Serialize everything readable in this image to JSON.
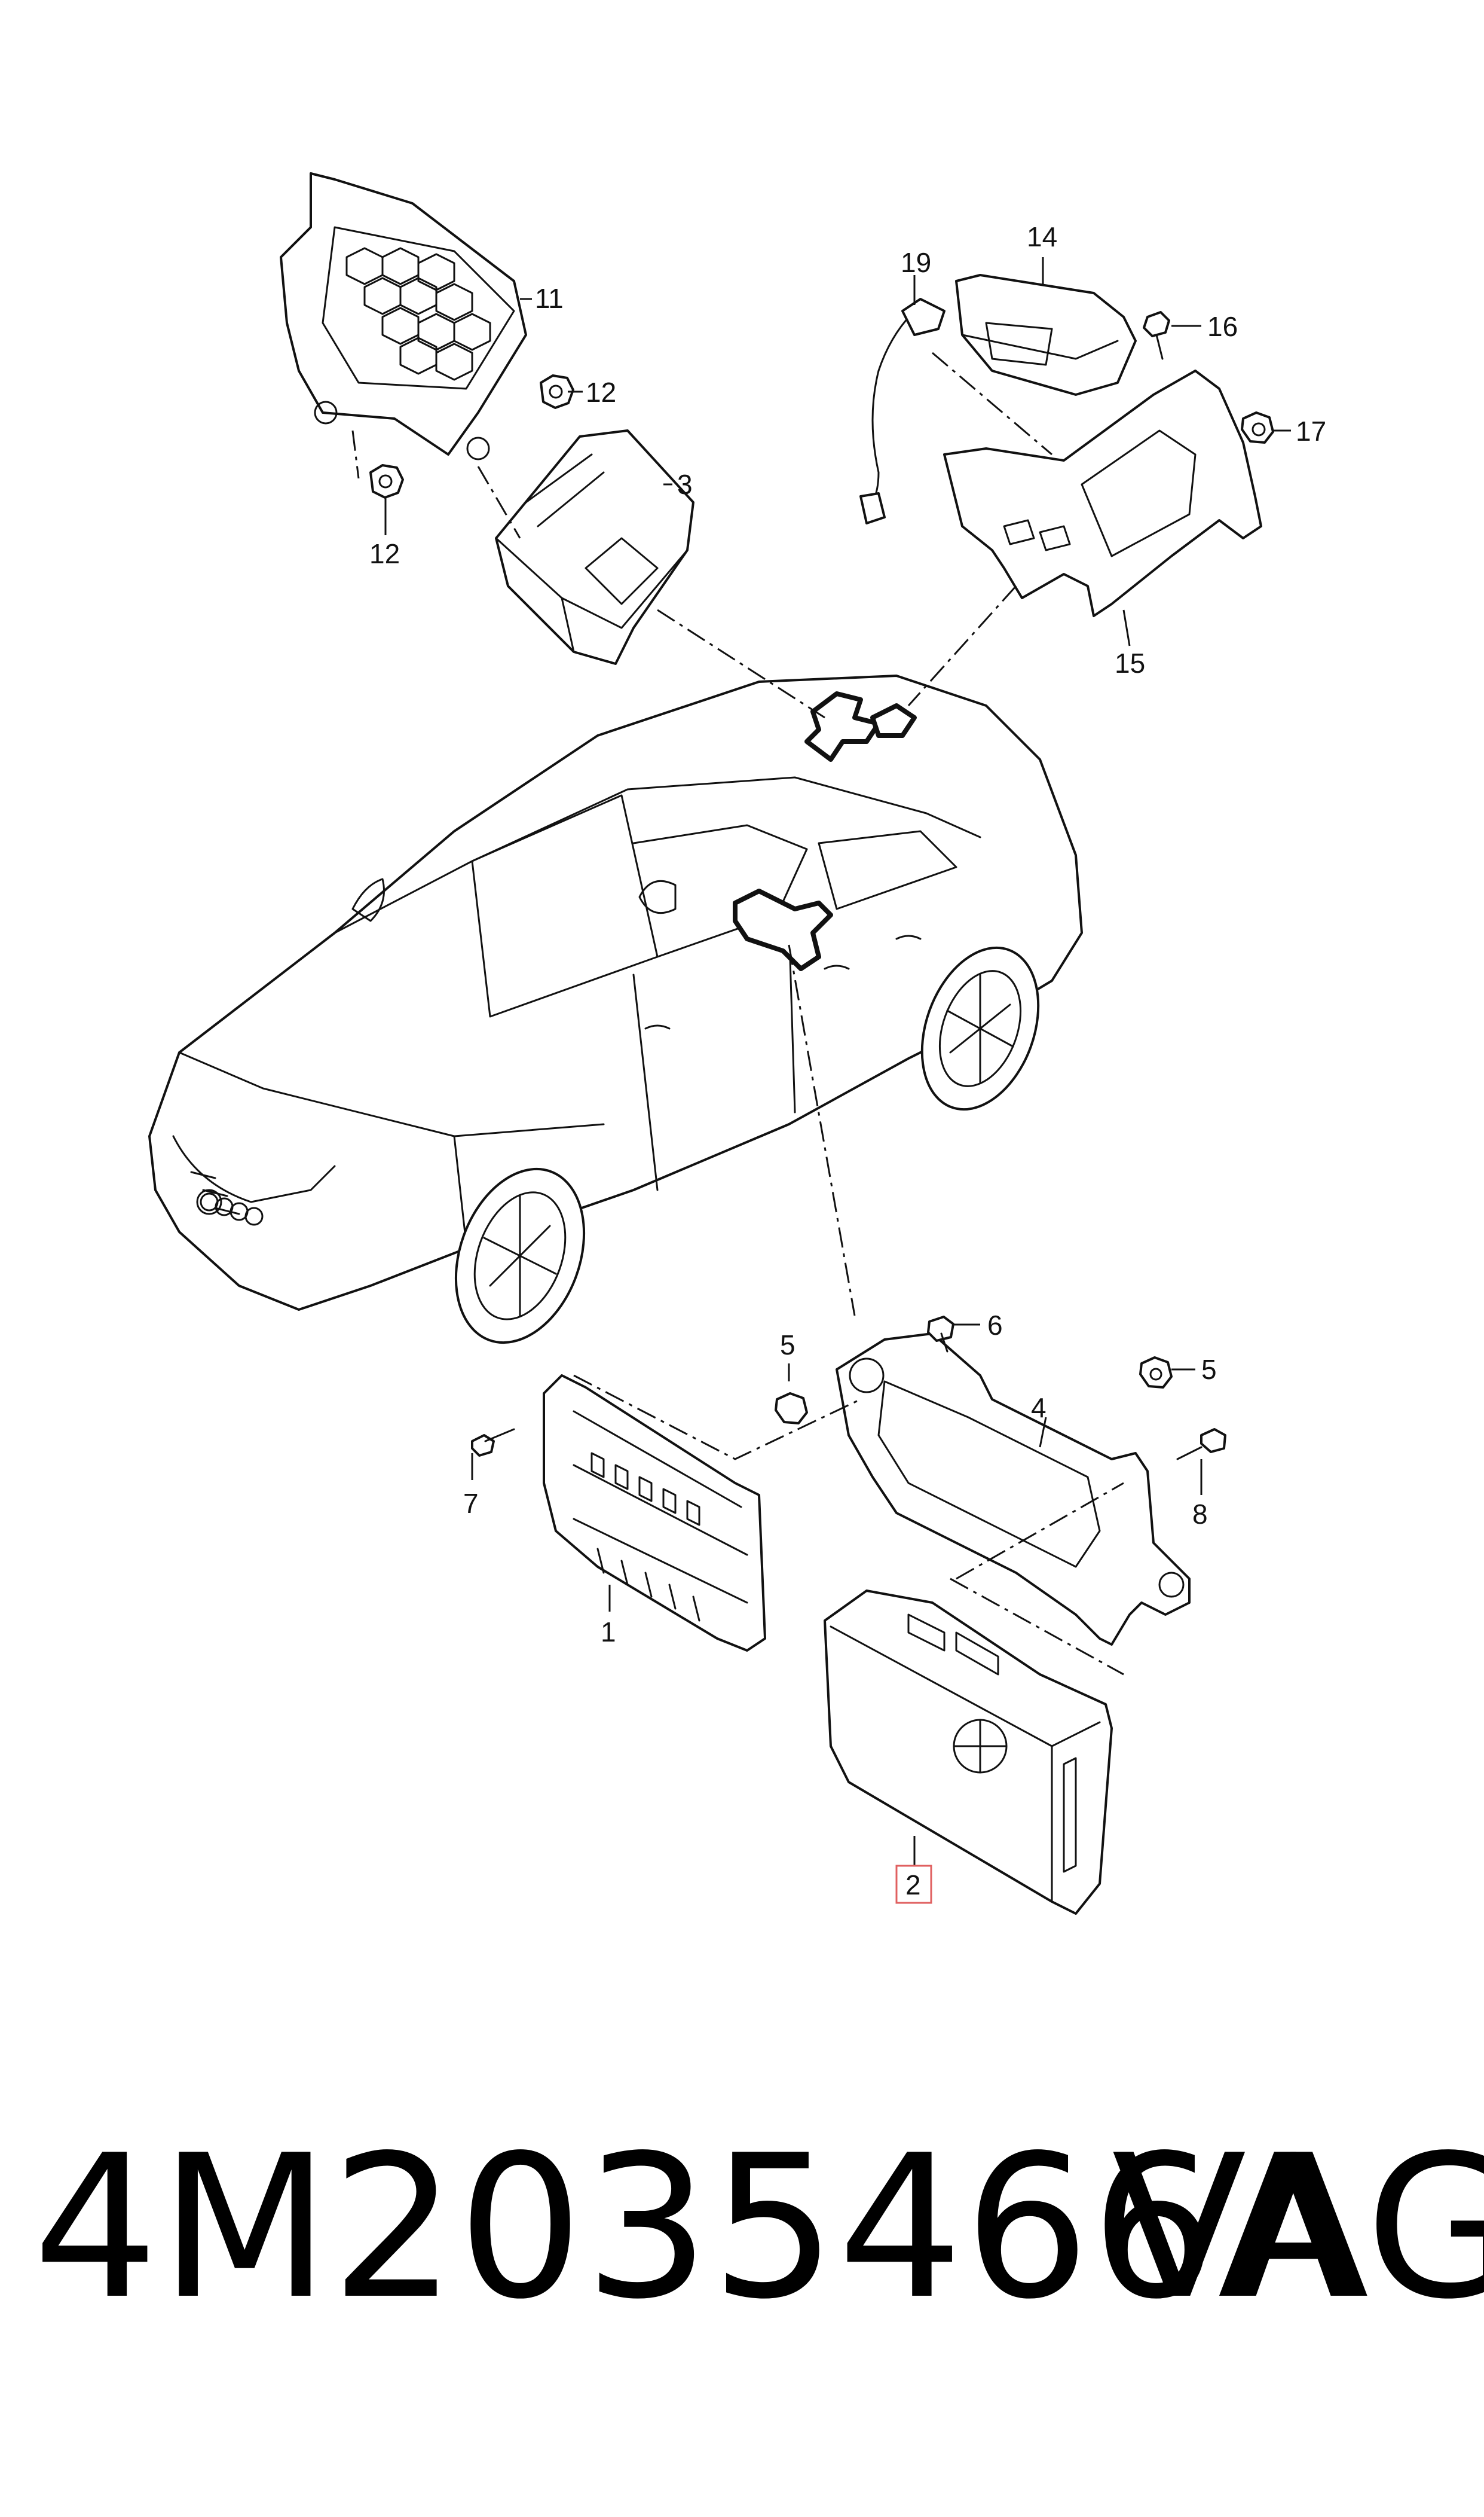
{
  "diagram": {
    "callouts": {
      "c1": "1",
      "c2": "2",
      "c3": "3",
      "c4": "4",
      "c5a": "5",
      "c5b": "5",
      "c6": "6",
      "c7": "7",
      "c8": "8",
      "c11": "11",
      "c12a": "12",
      "c12b": "12",
      "c14": "14",
      "c15": "15",
      "c16": "16",
      "c17": "17",
      "c19": "19"
    },
    "highlighted_part": "2"
  },
  "footer": {
    "part_number": "4M2035466A",
    "brand": "VAG"
  }
}
